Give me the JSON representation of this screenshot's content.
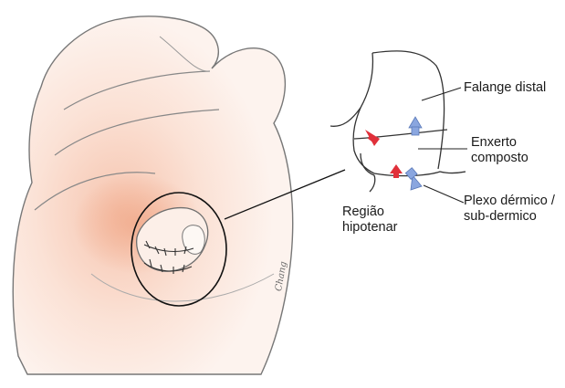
{
  "labels": {
    "falange_distal": "Falange distal",
    "enxerto_line1": "Enxerto",
    "enxerto_line2": "composto",
    "plexo_line1": "Plexo dérmico /",
    "plexo_line2": "sub-dermico",
    "regiao_line1": "Região",
    "regiao_line2": "hipotenar"
  },
  "signature": "Chang",
  "colors": {
    "skin": "#fbe7de",
    "skin_shadow": "#f3b9a3",
    "outline": "#6f6f6f",
    "circle": "#111111",
    "arrow_red": "#e0303a",
    "arrow_blue": "#8aa6df"
  }
}
